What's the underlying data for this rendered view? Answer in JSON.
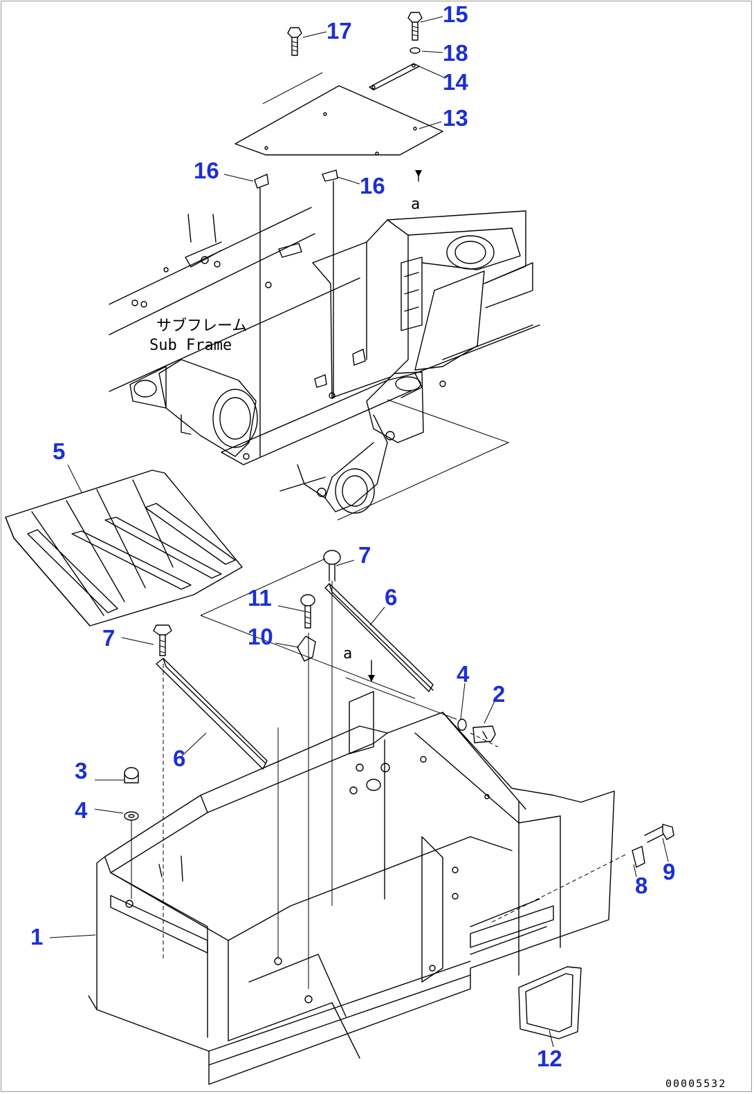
{
  "callouts": [
    {
      "id": "1",
      "text": "1"
    },
    {
      "id": "2",
      "text": "2"
    },
    {
      "id": "3",
      "text": "3"
    },
    {
      "id": "4a",
      "text": "4"
    },
    {
      "id": "4b",
      "text": "4"
    },
    {
      "id": "5",
      "text": "5"
    },
    {
      "id": "6a",
      "text": "6"
    },
    {
      "id": "6b",
      "text": "6"
    },
    {
      "id": "7a",
      "text": "7"
    },
    {
      "id": "7b",
      "text": "7"
    },
    {
      "id": "8",
      "text": "8"
    },
    {
      "id": "9",
      "text": "9"
    },
    {
      "id": "10",
      "text": "10"
    },
    {
      "id": "11",
      "text": "11"
    },
    {
      "id": "12",
      "text": "12"
    },
    {
      "id": "13",
      "text": "13"
    },
    {
      "id": "14",
      "text": "14"
    },
    {
      "id": "15",
      "text": "15"
    },
    {
      "id": "16a",
      "text": "16"
    },
    {
      "id": "16b",
      "text": "16"
    },
    {
      "id": "17",
      "text": "17"
    },
    {
      "id": "18",
      "text": "18"
    }
  ],
  "labels": {
    "subframe_jp": "サブフレーム",
    "subframe_en": "Sub Frame",
    "view_a_top": "a",
    "view_a_mid": "a",
    "drawing_code": "00005532"
  },
  "colors": {
    "callout": "#1a2fd6",
    "line": "#000000",
    "background": "#ffffff"
  }
}
